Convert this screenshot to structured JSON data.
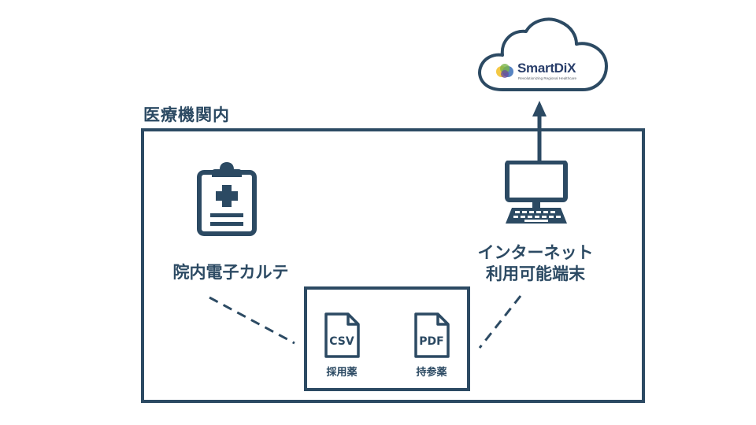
{
  "cloud": {
    "logo_name": "SmartDiX",
    "logo_tagline": "Revolutionizing Regional Healthcare",
    "logo_icon": "smartdix-logo-icon"
  },
  "institution": {
    "label": "医療機関内"
  },
  "emr": {
    "label": "院内電子カルテ",
    "icon": "clipboard-medical-icon"
  },
  "terminal": {
    "label_line1": "インターネット",
    "label_line2": "利用可能端末",
    "icon": "computer-terminal-icon"
  },
  "files": [
    {
      "type": "CSV",
      "label": "採用薬",
      "icon": "csv-file-icon"
    },
    {
      "type": "PDF",
      "label": "持参薬",
      "icon": "pdf-file-icon"
    }
  ],
  "colors": {
    "primary": "#2c4a63",
    "logo_text": "#2a3f6b"
  }
}
